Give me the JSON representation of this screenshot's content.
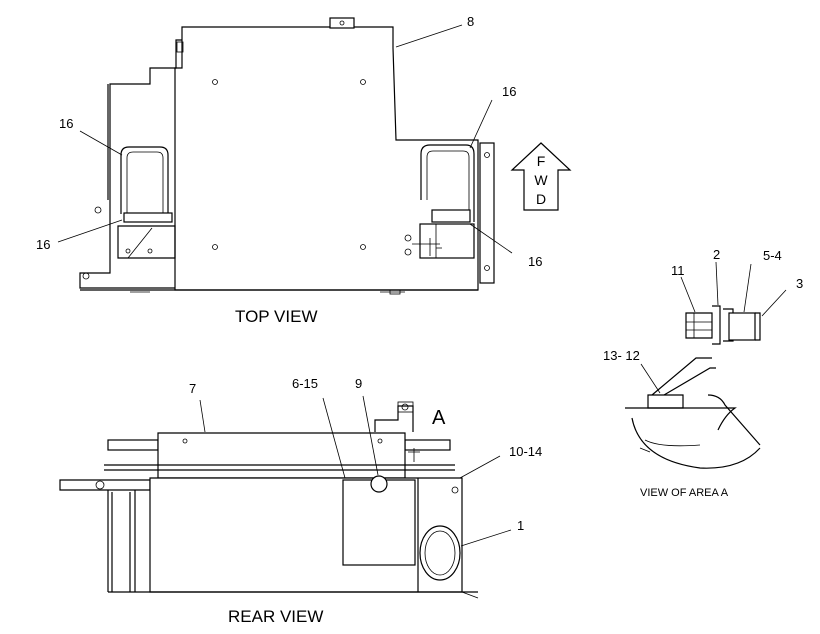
{
  "views": {
    "top": "TOP VIEW",
    "rear": "REAR VIEW",
    "area": "VIEW OF AREA A"
  },
  "area_marker": "A",
  "fwd_arrow": {
    "letters": [
      "F",
      "W",
      "D"
    ]
  },
  "callouts": {
    "c8": "8",
    "c16_top_right": "16",
    "c16_left": "16",
    "c16_lower_left": "16",
    "c16_lower_right": "16",
    "c7": "7",
    "c6_15": "6-15",
    "c9": "9",
    "c10_14": "10-14",
    "c1": "1",
    "c11": "11",
    "c2": "2",
    "c5_4": "5-4",
    "c3": "3",
    "c13_12": "13- 12"
  }
}
